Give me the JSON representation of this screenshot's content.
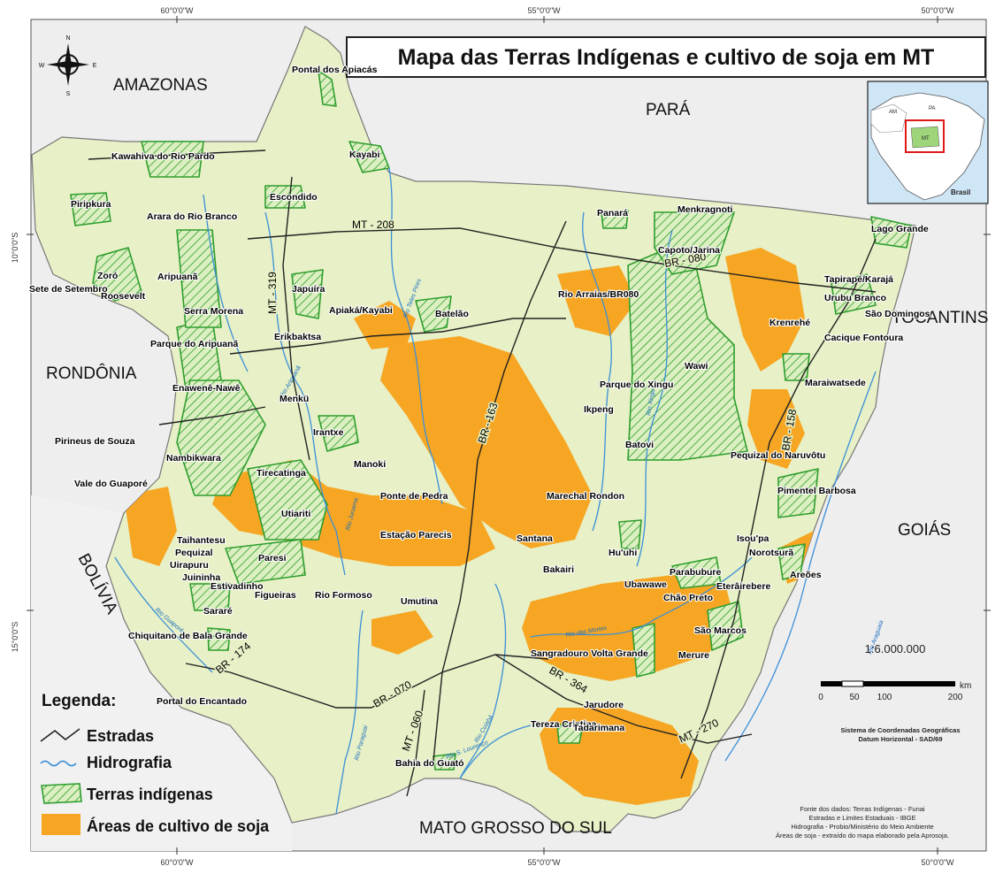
{
  "title": "Mapa das Terras Indígenas e cultivo de soja em MT",
  "coordinates": {
    "top": [
      "60°0'0\"W",
      "55°0'0\"W",
      "50°0'0\"W"
    ],
    "bottom": [
      "60°0'0\"W",
      "55°0'0\"W",
      "50°0'0\"W"
    ],
    "left": [
      "10°0'0\"S",
      "15°0'0\"S"
    ]
  },
  "compass": {
    "n": "N",
    "s": "S",
    "e": "E",
    "w": "W"
  },
  "neighbors": {
    "amazonas": "AMAZONAS",
    "para": "PARÁ",
    "rondonia": "RONDÔNIA",
    "tocantins": "TOCANTINS",
    "goias": "GOIÁS",
    "bolivia": "BOLÍVIA",
    "ms": "MATO GROSSO DO SUL"
  },
  "inset": {
    "am": "AM",
    "pa": "PA",
    "mt": "MT",
    "brasil": "Brasil"
  },
  "roads": [
    "MT - 208",
    "MT - 319",
    "BR - 080",
    "BR - 163",
    "BR - 158",
    "BR - 174",
    "BR - 070",
    "MT - 060",
    "BR - 364",
    "MT - 270"
  ],
  "rivers": [
    "Rio Teles Pires",
    "Rio Aripuanã",
    "Rio Xingu",
    "Rio Juruena",
    "Rio Cuiabá",
    "Rio Paraguai",
    "Rio das Mortes",
    "Rio Araguaia",
    "Rio S. Lourenço",
    "Rio Guaporé"
  ],
  "territories": [
    "Pontal dos Apiacás",
    "Kayabi",
    "Kawahiva do Rio Pardo",
    "Escondido",
    "Piripkura",
    "Arara do Rio Branco",
    "Zoró",
    "Aripuanã",
    "Sete de Setembro",
    "Roosevelt",
    "Serra Morena",
    "Parque do Aripuanã",
    "Japuíra",
    "Erikbaktsa",
    "Apiaká/Kayabi",
    "Batelão",
    "Enawenê-Nawê",
    "Menkü",
    "Irantxe",
    "Manoki",
    "Pirineus de Souza",
    "Nambikwara",
    "Tirecatinga",
    "Vale do Guaporé",
    "Utiariti",
    "Ponte de Pedra",
    "Estação Parecis",
    "Taihantesu",
    "Pequizal",
    "Uirapuru",
    "Paresi",
    "Juininha",
    "Estivadinho",
    "Figueiras",
    "Rio Formoso",
    "Sararé",
    "Umutina",
    "Chiquitano de Bala Grande",
    "Portal do Encantado",
    "Bahia do Guató",
    "Tereza Cristina",
    "Jarudore",
    "Sangradouro Volta Grande",
    "Tadarimana",
    "Merure",
    "São Marcos",
    "Santana",
    "Bakairi",
    "Marechal Rondon",
    "Hu'uhi",
    "Ubawawe",
    "Parabubure",
    "Chão Preto",
    "Eterâirebere",
    "Isou'pa",
    "Norotsurã",
    "Areões",
    "Pimentel Barbosa",
    "Pequizal do Naruvôtu",
    "Batovi",
    "Ikpeng",
    "Parque do Xingu",
    "Wawi",
    "Rio Arraias/BR080",
    "Capoto/Jarina",
    "Panará",
    "Menkragnoti",
    "Lago Grande",
    "Tapirapé/Karajá",
    "Urubu Branco",
    "São Domingos",
    "Krenrehé",
    "Cacique Fontoura",
    "Maraiwatsede"
  ],
  "scale": {
    "ratio": "1:6.000.000",
    "ticks": [
      "0",
      "50",
      "100",
      "200"
    ],
    "unit": "km"
  },
  "coord_system": [
    "Sistema de Coordenadas Geográficas",
    "Datum Horizontal - SAD/69"
  ],
  "legend": {
    "title": "Legenda:",
    "items": [
      "Estradas",
      "Hidrografia",
      "Terras indígenas",
      "Áreas de cultivo de soja"
    ]
  },
  "sources": [
    "Fonte dos dados: Terras Indígenas - Funai",
    "Estradas e Limites Estaduais - IBGE",
    "Hidrografia - Probio/Ministério do Meio Ambiente",
    "Áreas de soja - extraído do mapa elaborado pela Aprosoja."
  ],
  "colors": {
    "land": "#e7f0c6",
    "outside": "#eeeeee",
    "soy": "#f6a623",
    "ti_green": "#2e9e2e",
    "river": "#3b8fd8",
    "road": "#222222"
  }
}
